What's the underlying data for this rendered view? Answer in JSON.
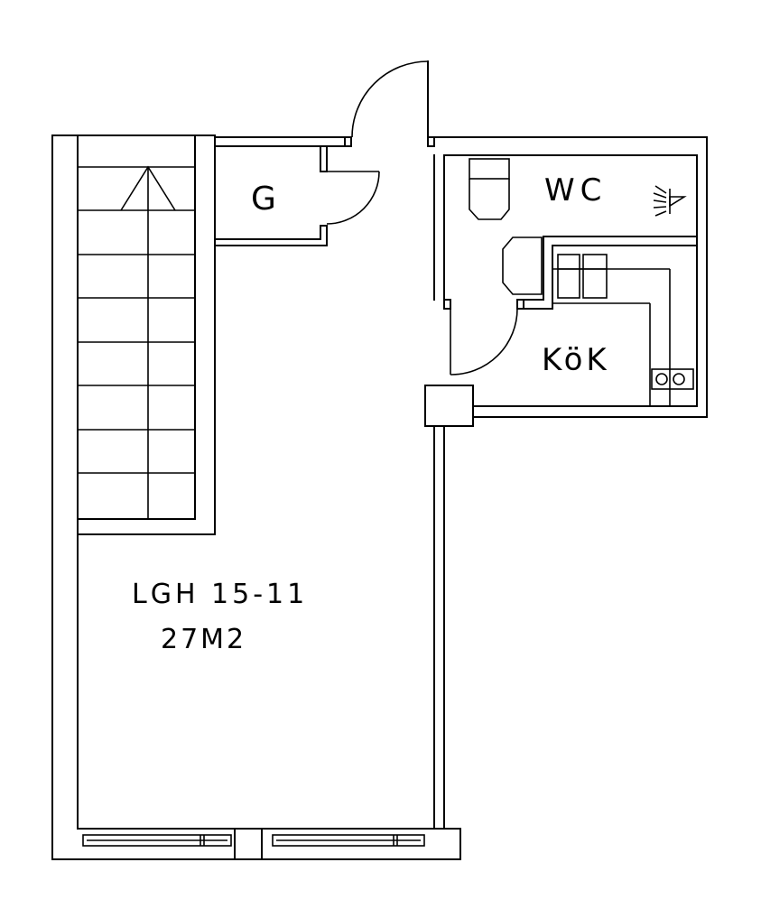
{
  "plan": {
    "rooms": {
      "storage": "G",
      "toilet": "WC",
      "kitchen": "KöK"
    },
    "apartment": {
      "id": "LGH 15-11",
      "area": "27M2"
    }
  }
}
